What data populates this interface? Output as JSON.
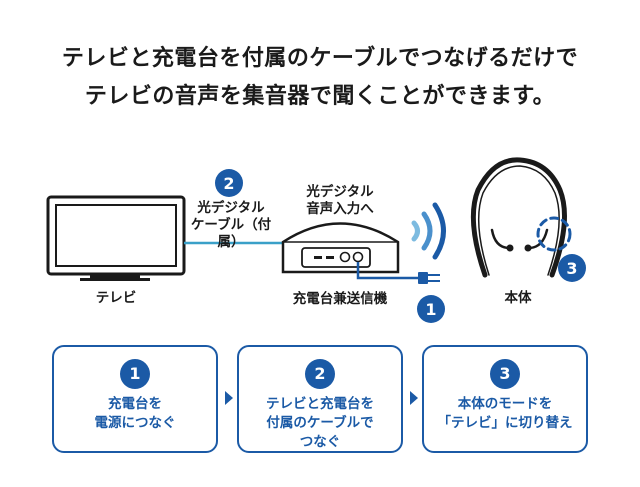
{
  "headline": {
    "line1": "テレビと充電台を付属のケーブルでつなげるだけで",
    "line2": "テレビの音声を集音器で聞くことができます。"
  },
  "diagram": {
    "tv_label": "テレビ",
    "cable_label_line1": "光デジタル",
    "cable_label_line2": "ケーブル（付属）",
    "optical_in_line1": "光デジタル",
    "optical_in_line2": "音声入力へ",
    "charger_label": "充電台兼送信機",
    "body_label": "本体",
    "marker_1": "1",
    "marker_2": "2",
    "marker_3": "3"
  },
  "steps": [
    {
      "number": "1",
      "line1": "充電台を",
      "line2": "電源につなぐ",
      "line3": ""
    },
    {
      "number": "2",
      "line1": "テレビと充電台を",
      "line2": "付属のケーブルで",
      "line3": "つなぐ"
    },
    {
      "number": "3",
      "line1": "本体のモードを",
      "line2": "「テレビ」に切り替え",
      "line3": ""
    }
  ],
  "colors": {
    "accent_blue": "#1b5aa6",
    "cable_teal": "#3aa0c8",
    "dark": "#1a1a1a"
  }
}
